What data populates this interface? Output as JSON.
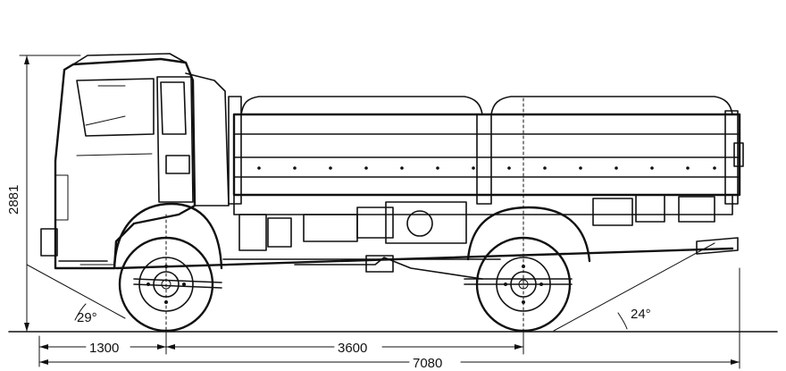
{
  "dimensions": {
    "height": "2881",
    "front_overhang": "1300",
    "wheelbase": "3600",
    "overall_length": "7080"
  },
  "angles": {
    "approach": "29°",
    "departure": "24°"
  }
}
